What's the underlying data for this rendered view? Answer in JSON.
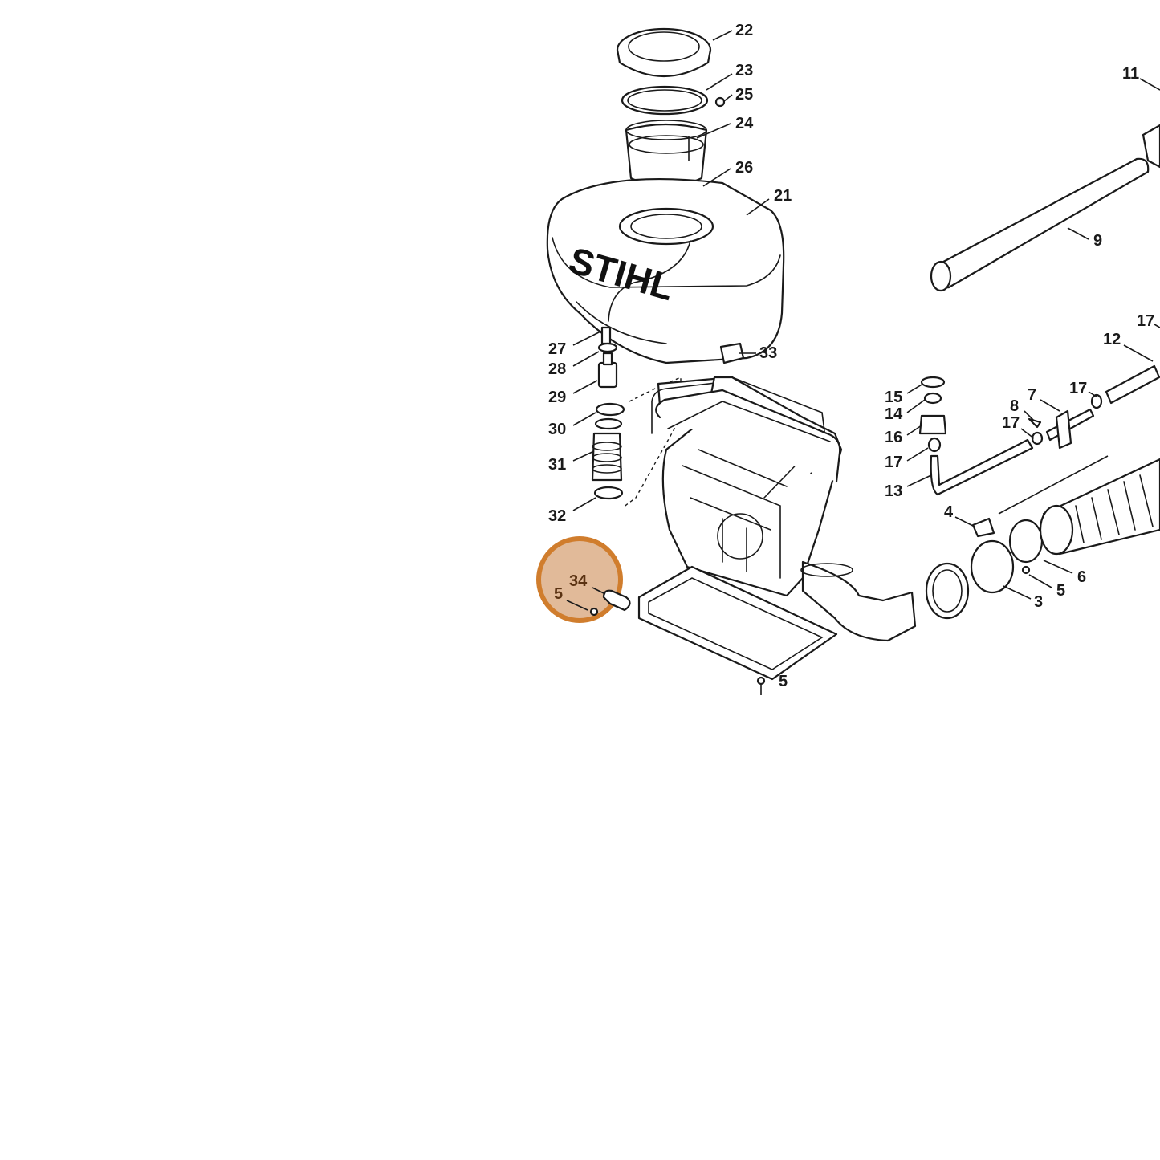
{
  "brand_text": "STIHL",
  "highlight": {
    "color_fill": "#dcae87",
    "color_ring": "#d07d2d",
    "labels": [
      "34",
      "5"
    ]
  },
  "callouts": [
    {
      "id": "c22",
      "text": "22"
    },
    {
      "id": "c23",
      "text": "23"
    },
    {
      "id": "c25",
      "text": "25"
    },
    {
      "id": "c24",
      "text": "24"
    },
    {
      "id": "c26",
      "text": "26"
    },
    {
      "id": "c21",
      "text": "21"
    },
    {
      "id": "c11",
      "text": "11"
    },
    {
      "id": "c9",
      "text": "9"
    },
    {
      "id": "c17a",
      "text": "17"
    },
    {
      "id": "c12",
      "text": "12"
    },
    {
      "id": "c27",
      "text": "27"
    },
    {
      "id": "c28",
      "text": "28"
    },
    {
      "id": "c29",
      "text": "29"
    },
    {
      "id": "c30",
      "text": "30"
    },
    {
      "id": "c31",
      "text": "31"
    },
    {
      "id": "c32",
      "text": "32"
    },
    {
      "id": "c33",
      "text": "33"
    },
    {
      "id": "c15",
      "text": "15"
    },
    {
      "id": "c14",
      "text": "14"
    },
    {
      "id": "c16",
      "text": "16"
    },
    {
      "id": "c17b",
      "text": "17"
    },
    {
      "id": "c13",
      "text": "13"
    },
    {
      "id": "c8",
      "text": "8"
    },
    {
      "id": "c17c",
      "text": "17"
    },
    {
      "id": "c7",
      "text": "7"
    },
    {
      "id": "c17d",
      "text": "17"
    },
    {
      "id": "c4",
      "text": "4"
    },
    {
      "id": "c6",
      "text": "6"
    },
    {
      "id": "c5a",
      "text": "5"
    },
    {
      "id": "c3",
      "text": "3"
    },
    {
      "id": "c5b",
      "text": "5"
    }
  ]
}
